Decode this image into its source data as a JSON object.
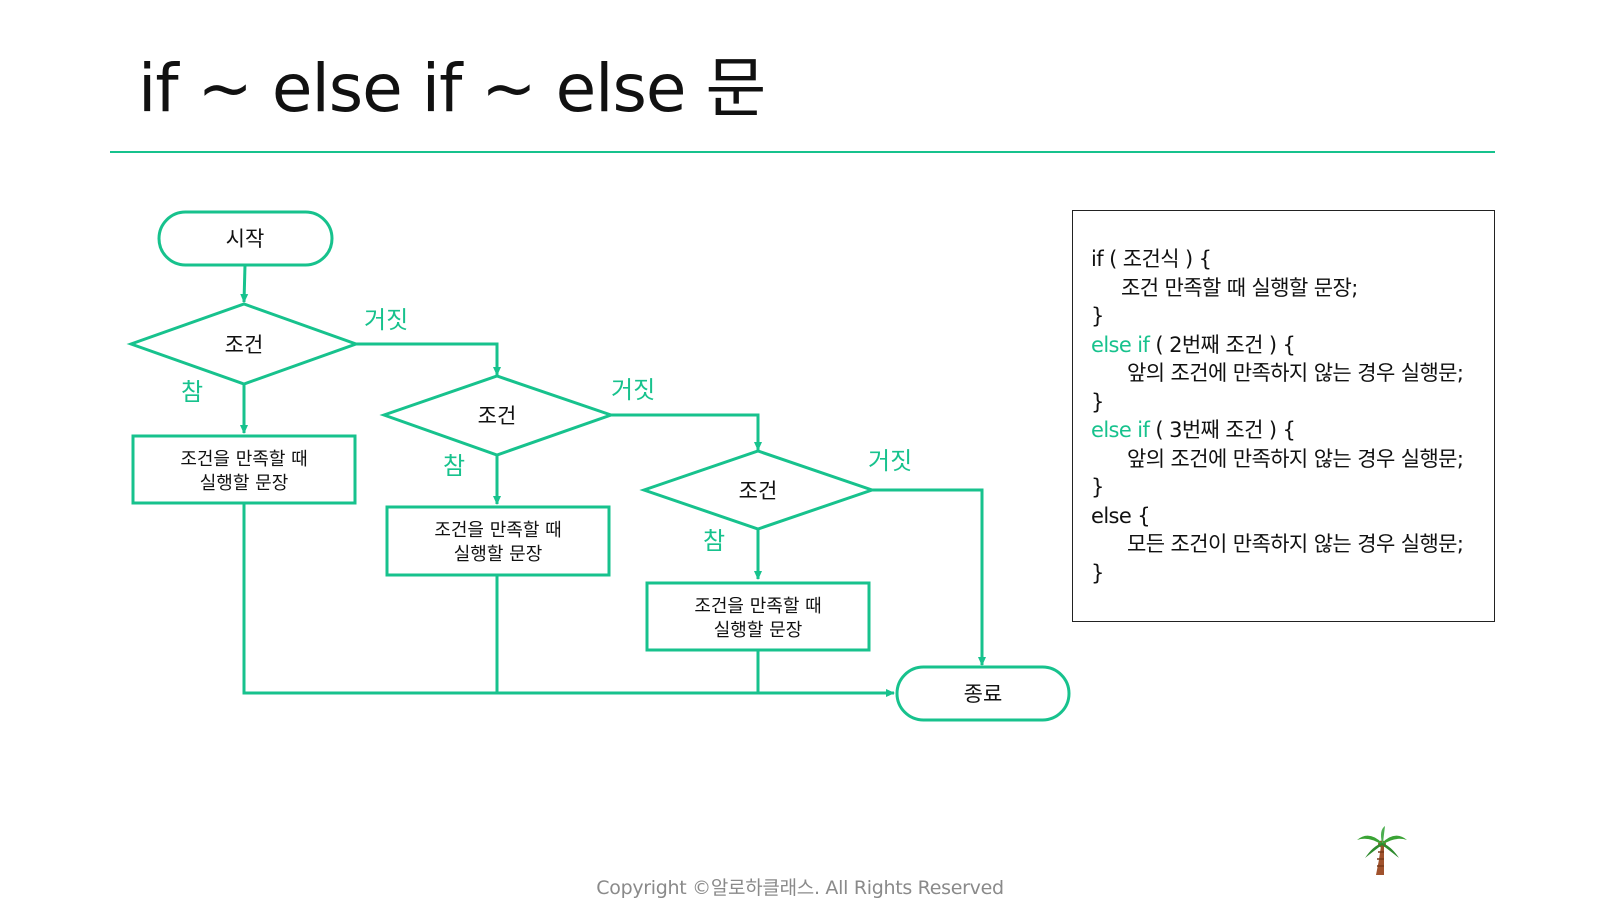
{
  "slide": {
    "title": "if ~ else if ~ else 문"
  },
  "flowchart": {
    "start": "시작",
    "conditions": [
      "조건",
      "조건",
      "조건"
    ],
    "true_label": "참",
    "false_label": "거짓",
    "action_lines": [
      "조건을 만족할 때",
      "실행할 문장"
    ],
    "end": "종료"
  },
  "code": {
    "lines": [
      {
        "kw": "",
        "text": "if ( 조건식 ) {"
      },
      {
        "kw": "",
        "text": "조건 만족할 때 실행할 문장;"
      },
      {
        "kw": "",
        "text": "}"
      },
      {
        "kw": "else if",
        "text": " ( 2번째 조건 ) {"
      },
      {
        "kw": "",
        "text": "앞의 조건에 만족하지 않는 경우 실행문;"
      },
      {
        "kw": "",
        "text": "}"
      },
      {
        "kw": "else if",
        "text": " ( 3번째 조건 ) {"
      },
      {
        "kw": "",
        "text": "앞의 조건에 만족하지 않는 경우 실행문;"
      },
      {
        "kw": "",
        "text": "}"
      },
      {
        "kw": "",
        "text": "else {"
      },
      {
        "kw": "",
        "text": "모든 조건이 만족하지 않는 경우 실행문;"
      },
      {
        "kw": "",
        "text": "}"
      }
    ]
  },
  "footer": {
    "copyright": "Copyright ©알로하클래스. All Rights Reserved"
  },
  "colors": {
    "accent": "#17c28d",
    "text": "#111111",
    "muted": "#8a8a8a",
    "border": "#222222"
  },
  "icons": {
    "logo": "palm-tree-icon"
  }
}
